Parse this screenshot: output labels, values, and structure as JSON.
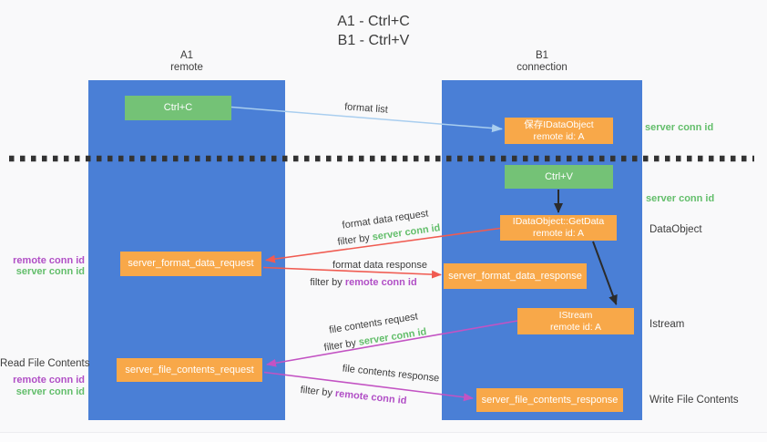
{
  "title": {
    "line1": "A1 - Ctrl+C",
    "line2": "B1 - Ctrl+V"
  },
  "lanes": {
    "left": {
      "name": "A1",
      "role": "remote"
    },
    "right": {
      "name": "B1",
      "role": "connection"
    }
  },
  "nodes": {
    "ctrl_c": "Ctrl+C",
    "ctrl_v": "Ctrl+V",
    "save_idataobject_line1": "保存IDataObject",
    "save_idataobject_line2": "remote id: A",
    "getdata_line1": "IDataObject::GetData",
    "getdata_line2": "remote id: A",
    "istream_line1": "IStream",
    "istream_line2": "remote id: A",
    "format_request": "server_format_data_request",
    "format_response": "server_format_data_response",
    "file_request": "server_file_contents_request",
    "file_response": "server_file_contents_response"
  },
  "edge_labels": {
    "format_list": "format list",
    "format_data_request": "format data request",
    "format_data_response": "format data response",
    "file_contents_request": "file contents request",
    "file_contents_response": "file contents response",
    "filter_by": "filter by ",
    "server_conn_id": "server conn id",
    "remote_conn_id": "remote conn id"
  },
  "side_labels": {
    "remote_conn_id": "remote conn id",
    "server_conn_id": "server conn id",
    "read_file_contents": "Read File Contents",
    "dataobject": "DataObject",
    "istream": "Istream",
    "write_file_contents": "Write File Contents"
  },
  "colors": {
    "lane-blue": "#4A7FD6",
    "box-green": "#74C276",
    "box-orange": "#F8A849",
    "arrow-red": "#F05B51",
    "arrow-magenta": "#C353C3",
    "arrow-lightblue": "#A9CEEF",
    "arrow-black": "#2B2B2B",
    "text-green": "#63BE6B",
    "text-purple": "#B14FC6",
    "text-dark": "#3C3C3C"
  }
}
